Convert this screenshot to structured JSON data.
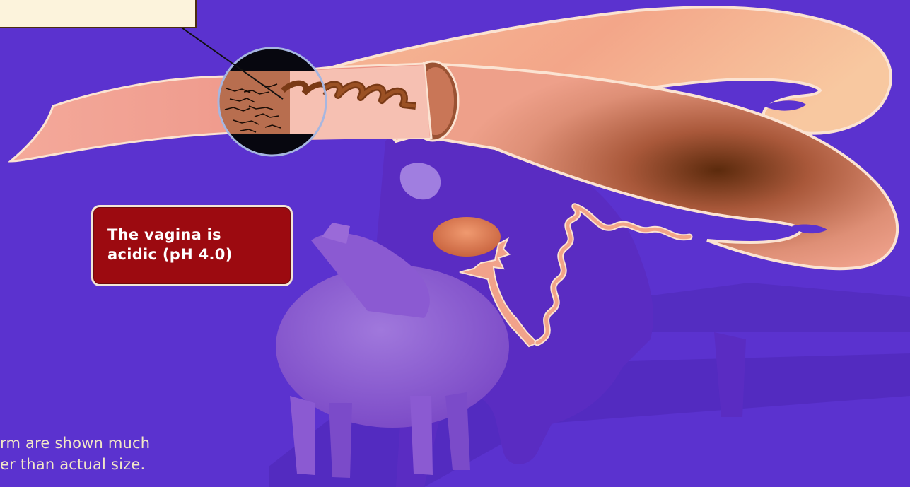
{
  "scene": {
    "background": "#5b32cf",
    "organ_color": "#e7957d",
    "organ_outline": "#fbe3d2",
    "fallopian_color": "#f8c49c",
    "sheep_color": "#8a58cf",
    "shadow_color": "#4d27b4",
    "callout_color": "#9c0a10",
    "magnifier_color": "#07070f",
    "icons": [
      "magnifier-lens-icon",
      "sheep-silhouette-icon",
      "ovary-icon",
      "fimbriae-icon"
    ]
  },
  "callout": {
    "line1": "The vagina is",
    "line2": "acidic (pH 4.0)"
  },
  "caption": {
    "line1": "rm are shown much",
    "line2": "er than actual size."
  }
}
